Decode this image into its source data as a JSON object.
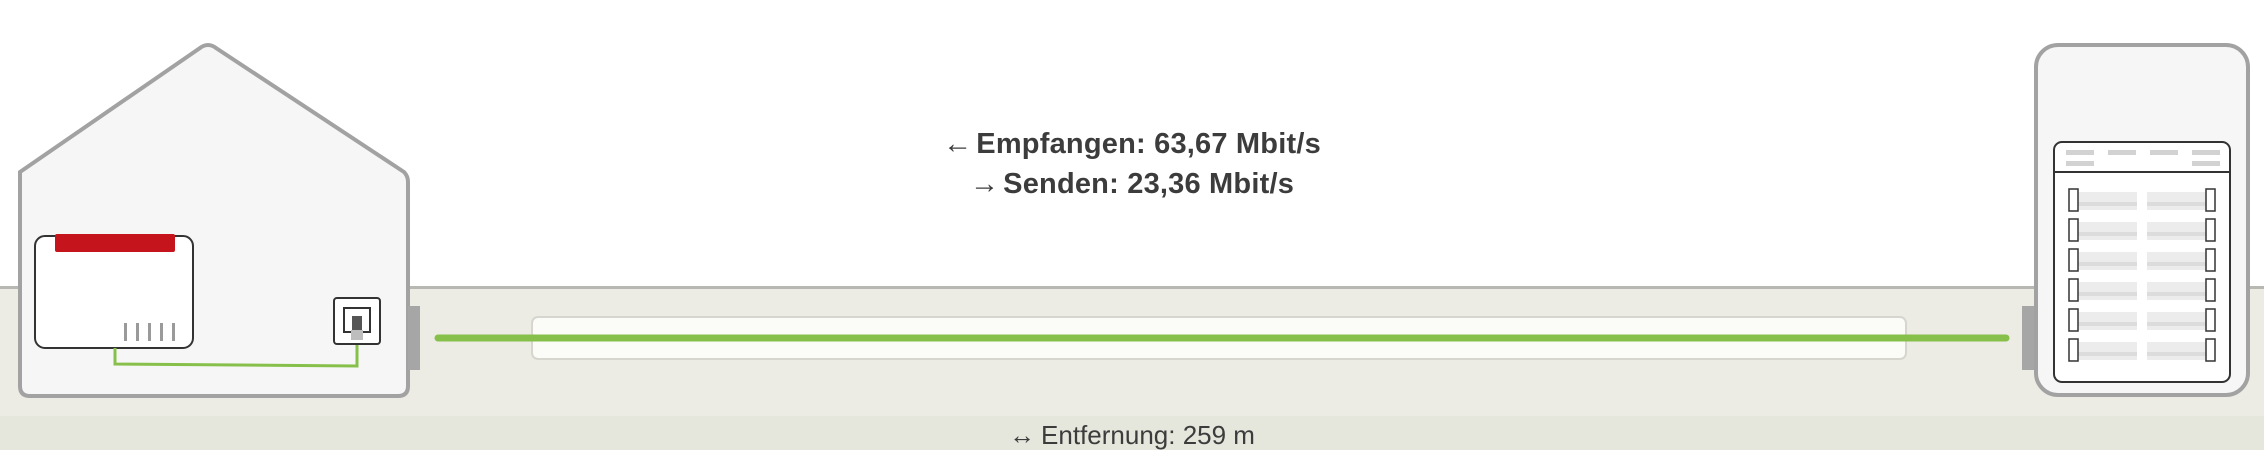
{
  "downstream": {
    "arrow": "←",
    "label": "Empfangen:",
    "value": "63,67 Mbit/s"
  },
  "upstream": {
    "arrow": "→",
    "label": "Senden:",
    "value": "23,36 Mbit/s"
  },
  "distance": {
    "arrow": "↔",
    "label": "Entfernung:",
    "value": "259 m"
  },
  "colors": {
    "line_active": "#86c04a",
    "router_accent": "#c6141c",
    "outline": "#9a9a9a",
    "ground": "#ecece4"
  },
  "icons": [
    "house-icon",
    "router-icon",
    "phone-socket-icon",
    "dslam-cabinet-icon"
  ]
}
